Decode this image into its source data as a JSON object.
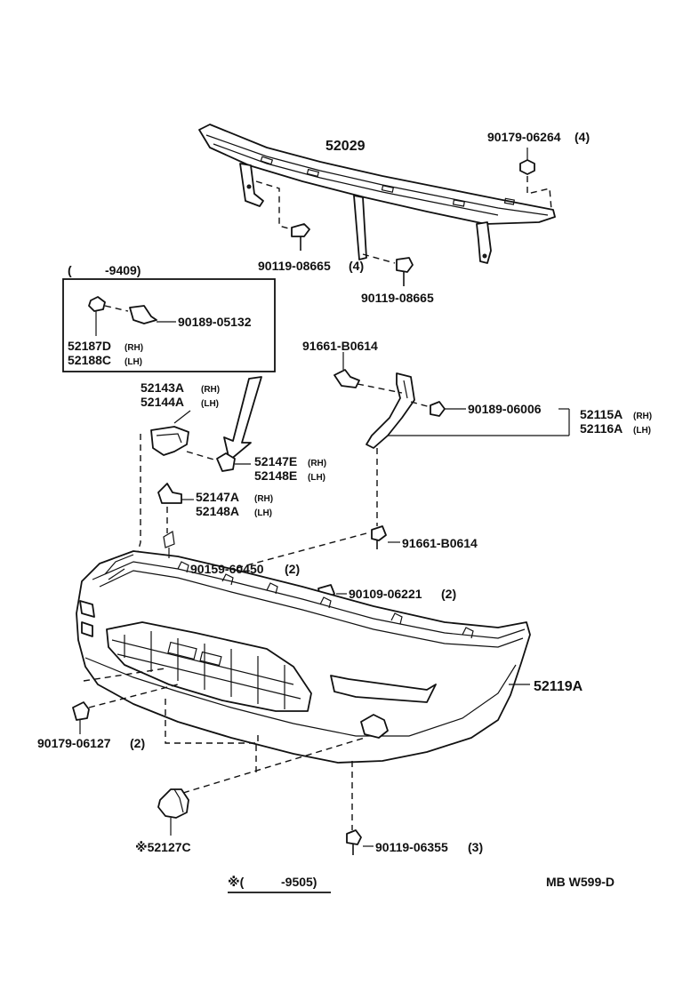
{
  "parts": {
    "reinforcement": "52029",
    "nut_top": "90179-06264",
    "nut_top_qty": "(4)",
    "bolt_left": "90119-08665",
    "bolt_left_qty": "(4)",
    "bolt_center": "90119-08665",
    "inset_title_open": "(",
    "inset_title_code": "-9409)",
    "inset_clip": "90189-05132",
    "inset_rh": "52187D",
    "inset_lh": "52188C",
    "rh": "(RH)",
    "lh": "(LH)",
    "bolt_stay": "91661-B0614",
    "clip_stay": "90189-06006",
    "stay_rh": "52115A",
    "stay_lh": "52116A",
    "retainer_rh": "52143A",
    "retainer_lh": "52144A",
    "retainer_sm_rh": "52147E",
    "retainer_sm_lh": "52148E",
    "bracket_rh": "52147A",
    "bracket_lh": "52148A",
    "bolt_stay_lower": "91661-B0614",
    "screw_side": "90159-60450",
    "screw_side_qty": "(2)",
    "bolt_mid": "90109-06221",
    "bolt_mid_qty": "(2)",
    "bumper": "52119A",
    "nut_lower": "90179-06127",
    "nut_lower_qty": "(2)",
    "cover": "※52127C",
    "bolt_lower": "90119-06355",
    "bolt_lower_qty": "(3)"
  },
  "footer": {
    "note_open": "※(",
    "note_code": "-9505)",
    "code": "MB  W599-D"
  }
}
